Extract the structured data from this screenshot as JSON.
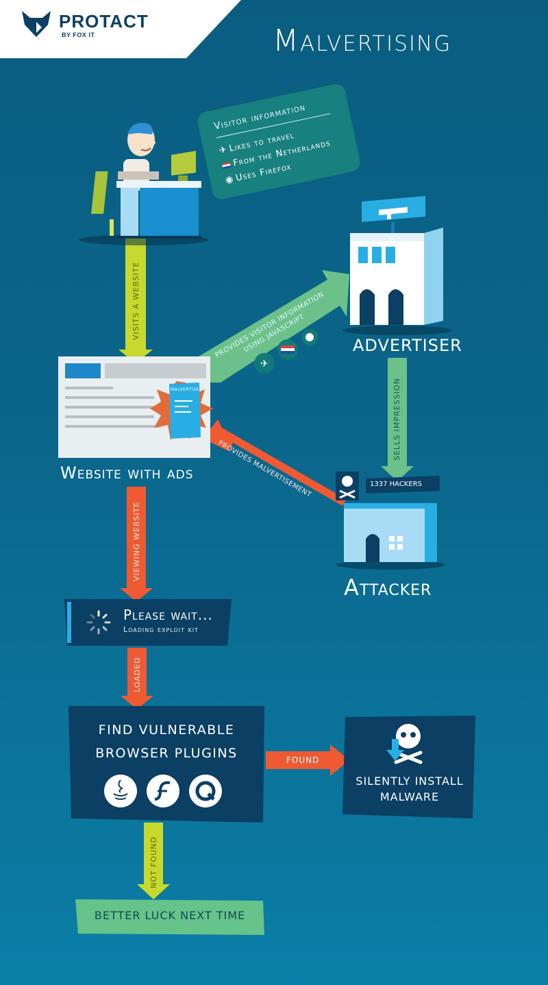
{
  "brand": {
    "name": "PROTACT",
    "byline": "BY FOX IT"
  },
  "title": "Malvertising",
  "visitor_card": {
    "heading": "Visitor information",
    "items": [
      {
        "icon": "airplane-icon",
        "text": "Likes to travel"
      },
      {
        "icon": "netherlands-flag-icon",
        "text": "From the Netherlands"
      },
      {
        "icon": "firefox-icon",
        "text": "Uses Firefox"
      }
    ]
  },
  "edges": {
    "visits": "VISITS A WEBSITE",
    "provides_info_line1": "PROVIDES VISITOR INFORMATION",
    "provides_info_line2": "USING JAVASCRIPT",
    "sells": "SELLS IMPRESSION",
    "provides_malvert": "PROVIDES MALVERTISEMENT",
    "viewing": "VIEWING WEBSITE",
    "loaded": "LOADED",
    "found": "FOUND",
    "not_found": "NOT FOUND"
  },
  "nodes": {
    "advertiser": "ADVERTISER",
    "website": "Website with ads",
    "malvertise_ad": "MALVERTISE",
    "attacker": "Attacker",
    "attacker_sign": "1337 HACKERS",
    "please_wait": "Please wait...",
    "loading_kit": "Loading exploit kit",
    "find_line1": "FIND VULNERABLE",
    "find_line2": "BROWSER PLUGINS",
    "silently_line1": "SILENTLY INSTALL",
    "silently_line2": "MALWARE",
    "better_luck": "BETTER LUCK NEXT TIME"
  },
  "plugins": [
    "java-icon",
    "flash-icon",
    "quicktime-icon"
  ],
  "colors": {
    "background": "#0a6288",
    "yellow_arrow": "#c8d92d",
    "green_arrow": "#6cc18a",
    "orange_arrow": "#ef5a33",
    "dark_box": "#0b3f63",
    "light_blue": "#29aee3",
    "green_box": "#66c389"
  }
}
